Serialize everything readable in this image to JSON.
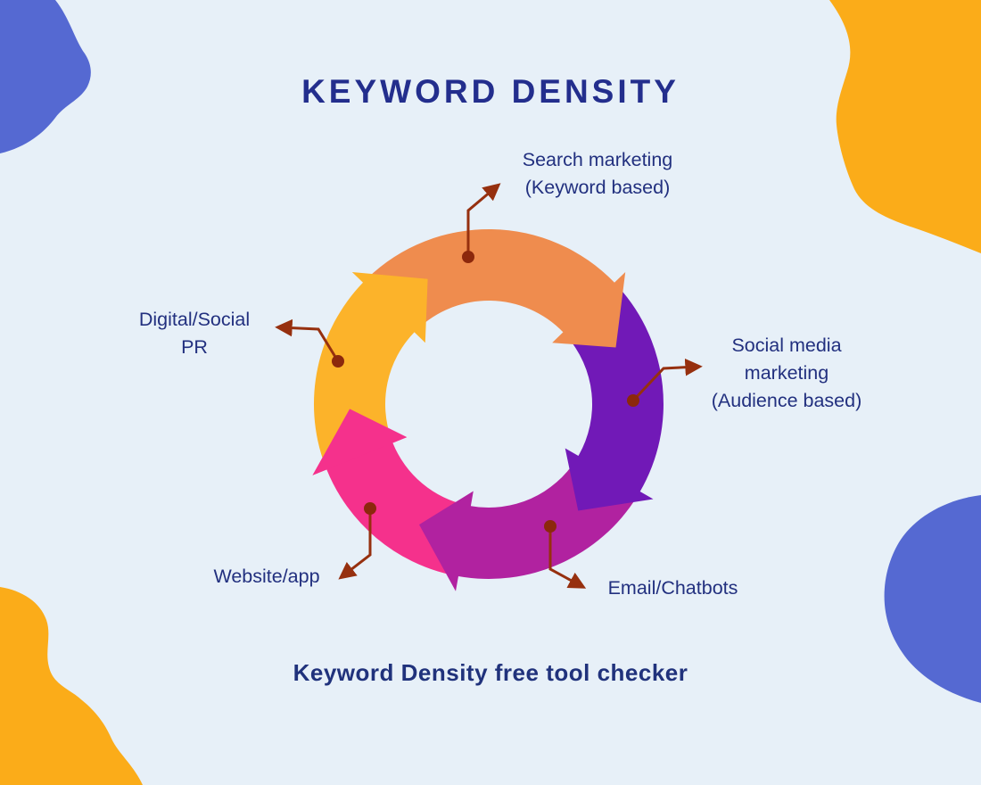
{
  "title": "KEYWORD DENSITY",
  "caption": "Keyword Density free tool checker",
  "diagram": {
    "type": "cycle",
    "direction": "clockwise",
    "segments": [
      {
        "id": "orange",
        "label": "Search marketing\n(Keyword based)",
        "color": "#ef8c4e"
      },
      {
        "id": "purple",
        "label": "Social media\nmarketing\n(Audience based)",
        "color": "#7119b7"
      },
      {
        "id": "magenta",
        "label": "Email/Chatbots",
        "color": "#b122a0"
      },
      {
        "id": "pink",
        "label": "Website/app",
        "color": "#f5318c"
      },
      {
        "id": "yellow",
        "label": "Digital/Social\nPR",
        "color": "#fcb32a"
      }
    ]
  },
  "colors": {
    "background": "#e7f0f8",
    "title_navy": "#232e8d",
    "label_navy": "#22307f",
    "caption_navy": "#20327c",
    "connector": "#96300f",
    "connector_dot": "#8c280c",
    "blob_blue": "#5569d2",
    "blob_orange": "#fbac19"
  }
}
